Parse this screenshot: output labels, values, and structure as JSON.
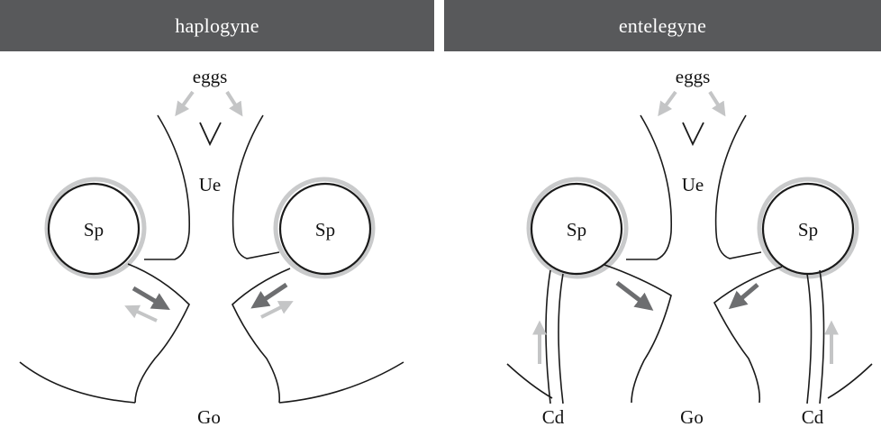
{
  "panels": [
    {
      "title": "haplogyne",
      "labels": {
        "eggs": "eggs",
        "ue": "Ue",
        "sp_left": "Sp",
        "sp_right": "Sp",
        "go": "Go"
      }
    },
    {
      "title": "entelegyne",
      "labels": {
        "eggs": "eggs",
        "ue": "Ue",
        "sp_left": "Sp",
        "sp_right": "Sp",
        "go": "Go",
        "cd_left": "Cd",
        "cd_right": "Cd"
      }
    }
  ],
  "colors": {
    "header_bg": "#58595b",
    "arrow_dark": "#6d6e70",
    "arrow_light": "#c4c5c6",
    "halo": "#c9cacb",
    "line": "#1a1a1a"
  }
}
